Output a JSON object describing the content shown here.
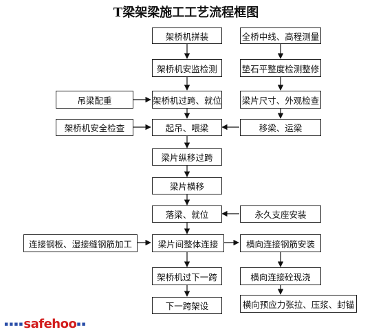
{
  "title": "T梁架梁施工工艺流程框图",
  "center": [
    "架桥机拼装",
    "架桥机安监检测",
    "架桥机过跨、就位",
    "起吊、喂梁",
    "梁片纵移过跨",
    "梁片横移",
    "落梁、就位",
    "梁片间整体连接",
    "架桥机过下一跨",
    "下一跨架设"
  ],
  "right": [
    "全桥中线、高程测量",
    "垫石平整度检测整修",
    "梁片尺寸、外观检查",
    "移梁、运梁",
    "永久支座安装",
    "横向连接钢筋安装",
    "横向连接砼现浇",
    "横向预应力张拉、压浆、封锚"
  ],
  "left": [
    "吊梁配重",
    "架桥机安全检查",
    "连接钢板、湿接缝钢筋加工"
  ],
  "watermark": "safehoo"
}
